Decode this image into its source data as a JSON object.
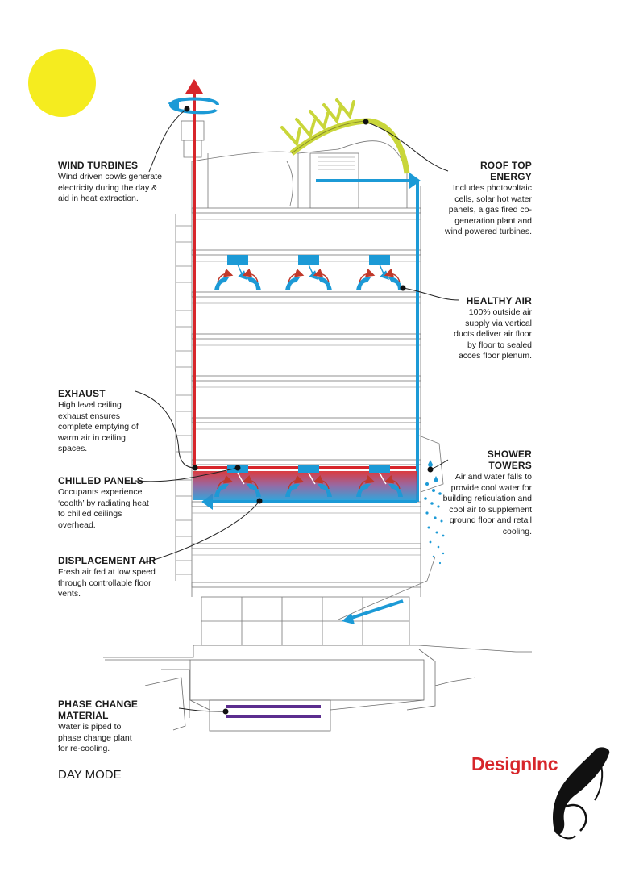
{
  "labels": {
    "wind_turbines": {
      "title": "WIND TURBINES",
      "desc": "Wind driven cowls generate electricity during the day & aid in heat extraction."
    },
    "roof_top_energy": {
      "title": "ROOF TOP ENERGY",
      "desc": "Includes photovoltaic cells, solar hot water panels, a gas fired co-generation plant and wind powered turbines."
    },
    "healthy_air": {
      "title": "HEALTHY AIR",
      "desc": "100% outside air supply via vertical ducts deliver air floor by floor to sealed acces floor plenum."
    },
    "exhaust": {
      "title": "EXHAUST",
      "desc": "High level ceiling exhaust ensures complete emptying of warm air in ceiling spaces."
    },
    "shower_towers": {
      "title": "SHOWER TOWERS",
      "desc": "Air and water falls to provide cool water for building reticulation and cool air to supplement ground floor and retail cooling."
    },
    "chilled_panels": {
      "title": "CHILLED PANELS",
      "desc": "Occupants experience ‘coolth’ by radiating heat to chilled ceilings overhead."
    },
    "displacement_air": {
      "title": "DISPLACEMENT AIR",
      "desc": "Fresh air fed at low speed through controllable floor vents."
    },
    "phase_change_material": {
      "title": "PHASE CHANGE MATERIAL",
      "desc": "Water is piped to phase change plant for re-cooling."
    }
  },
  "mode_label": "DAY MODE",
  "brand": "DesignInc",
  "colors": {
    "sun": "#f5ec1f",
    "exhaust_red": "#d7262b",
    "supply_blue": "#1c9ad6",
    "solar_yellow": "#c9d63a",
    "phase_purple": "#5b2d8e",
    "line": "#6b6b6b",
    "text": "#1a1a1a",
    "brand": "#d7262b"
  }
}
